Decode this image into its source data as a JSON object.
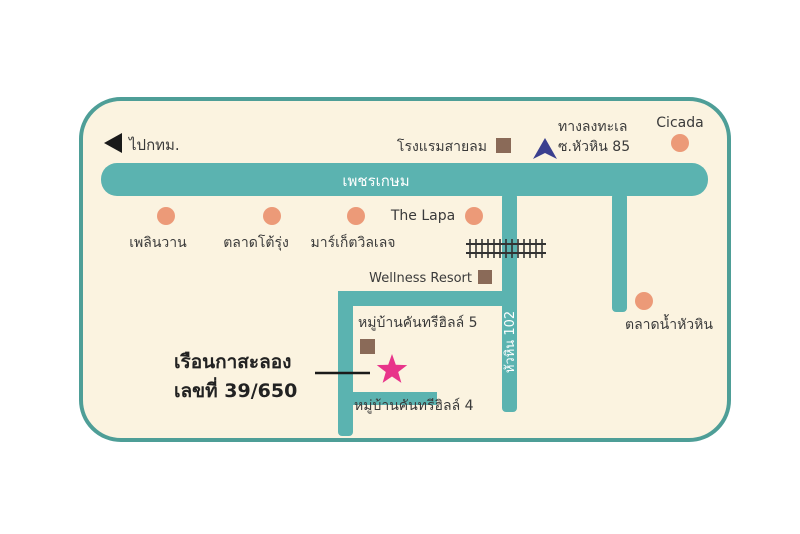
{
  "colors": {
    "background": "#fbf3e0",
    "frame": "#4e9e97",
    "road": "#5bb3b0",
    "poi_dot": "#ec9a78",
    "building": "#8a6a58",
    "rail": "#333333",
    "arrow": "#3a3f8f",
    "star": "#e8348a"
  },
  "directions": {
    "to_bangkok": "ไปกทม."
  },
  "roads": {
    "main": "เพชรเกษม",
    "side": "หัวหิน 102"
  },
  "places": {
    "hotel": "โรงแรมสายลม",
    "beach_access_line1": "ทางลงทะเล",
    "beach_access_line2": "ซ.หัวหิน 85",
    "cicada": "Cicada",
    "plearnwan": "เพลินวาน",
    "talad_tairung": "ตลาดโต้รุ่ง",
    "market_village": "มาร์เก็ตวิลเลจ",
    "the_lapa": "The Lapa",
    "wellness_resort": "Wellness Resort",
    "village_5": "หมู่บ้านคันทรีฮิลล์ 5",
    "village_4": "หมู่บ้านคันทรีฮิลล์ 4",
    "nam_market": "ตลาดน้ำหัวหิน"
  },
  "house": {
    "name": "เรือนกาสะลอง",
    "number": "เลขที่ 39/650"
  }
}
